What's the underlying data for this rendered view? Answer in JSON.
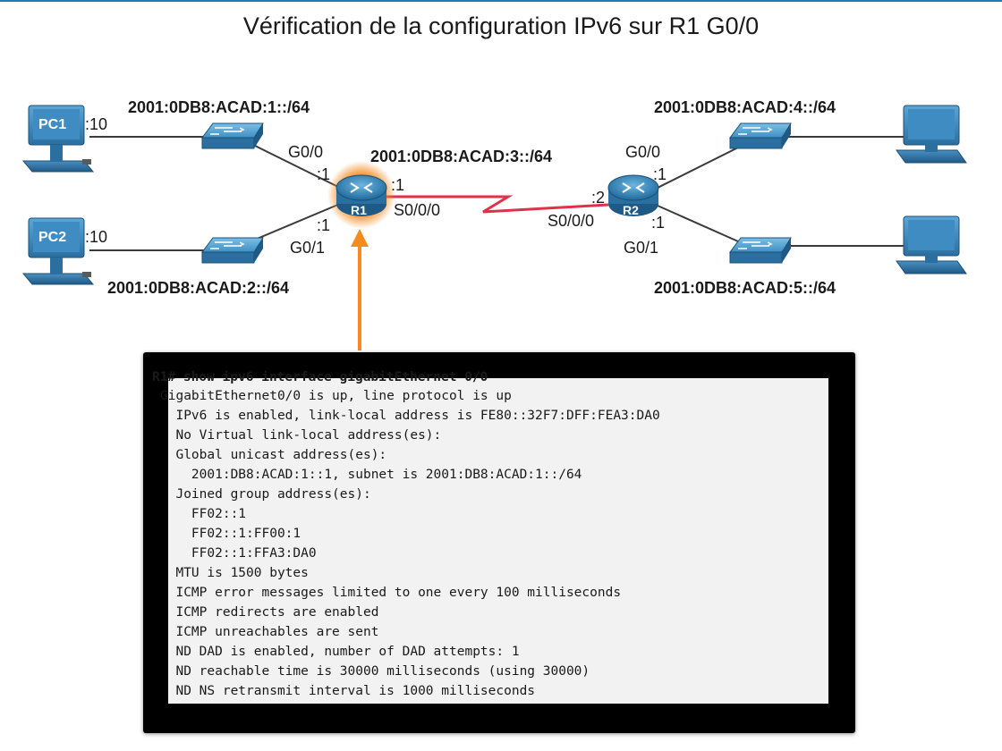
{
  "title": "Vérification de la configuration IPv6 sur R1 G0/0",
  "colors": {
    "accent": "#f58a1f",
    "serial_link": "#e0314a",
    "device_blue": "#2f7fb4"
  },
  "hosts": {
    "pc1": {
      "name": "PC1",
      "host_id": ":10"
    },
    "pc2": {
      "name": "PC2",
      "host_id": ":10"
    }
  },
  "networks": {
    "lan1": "2001:0DB8:ACAD:1::/64",
    "lan2": "2001:0DB8:ACAD:2::/64",
    "wan": "2001:0DB8:ACAD:3::/64",
    "lan4": "2001:0DB8:ACAD:4::/64",
    "lan5": "2001:0DB8:ACAD:5::/64"
  },
  "routers": {
    "r1": {
      "name": "R1",
      "g00": "G0/0",
      "g00_id": ":1",
      "g01": "G0/1",
      "g01_id": ":1",
      "s000": "S0/0/0",
      "s000_id": ":1"
    },
    "r2": {
      "name": "R2",
      "g00": "G0/0",
      "g00_id": ":1",
      "g01": "G0/1",
      "g01_id": ":1",
      "s000": "S0/0/0",
      "s000_id": ":2"
    }
  },
  "terminal": {
    "lines": [
      "R1# show ipv6 interface gigabitEthernet 0/0",
      "GigabitEthernet0/0 is up, line protocol is up",
      "  IPv6 is enabled, link-local address is FE80::32F7:DFF:FEA3:DA0",
      "  No Virtual link-local address(es):",
      "  Global unicast address(es):",
      "    2001:DB8:ACAD:1::1, subnet is 2001:DB8:ACAD:1::/64",
      "  Joined group address(es):",
      "    FF02::1",
      "    FF02::1:FF00:1",
      "    FF02::1:FFA3:DA0",
      "  MTU is 1500 bytes",
      "  ICMP error messages limited to one every 100 milliseconds",
      "  ICMP redirects are enabled",
      "  ICMP unreachables are sent",
      "  ND DAD is enabled, number of DAD attempts: 1",
      "  ND reachable time is 30000 milliseconds (using 30000)",
      "  ND NS retransmit interval is 1000 milliseconds"
    ]
  }
}
